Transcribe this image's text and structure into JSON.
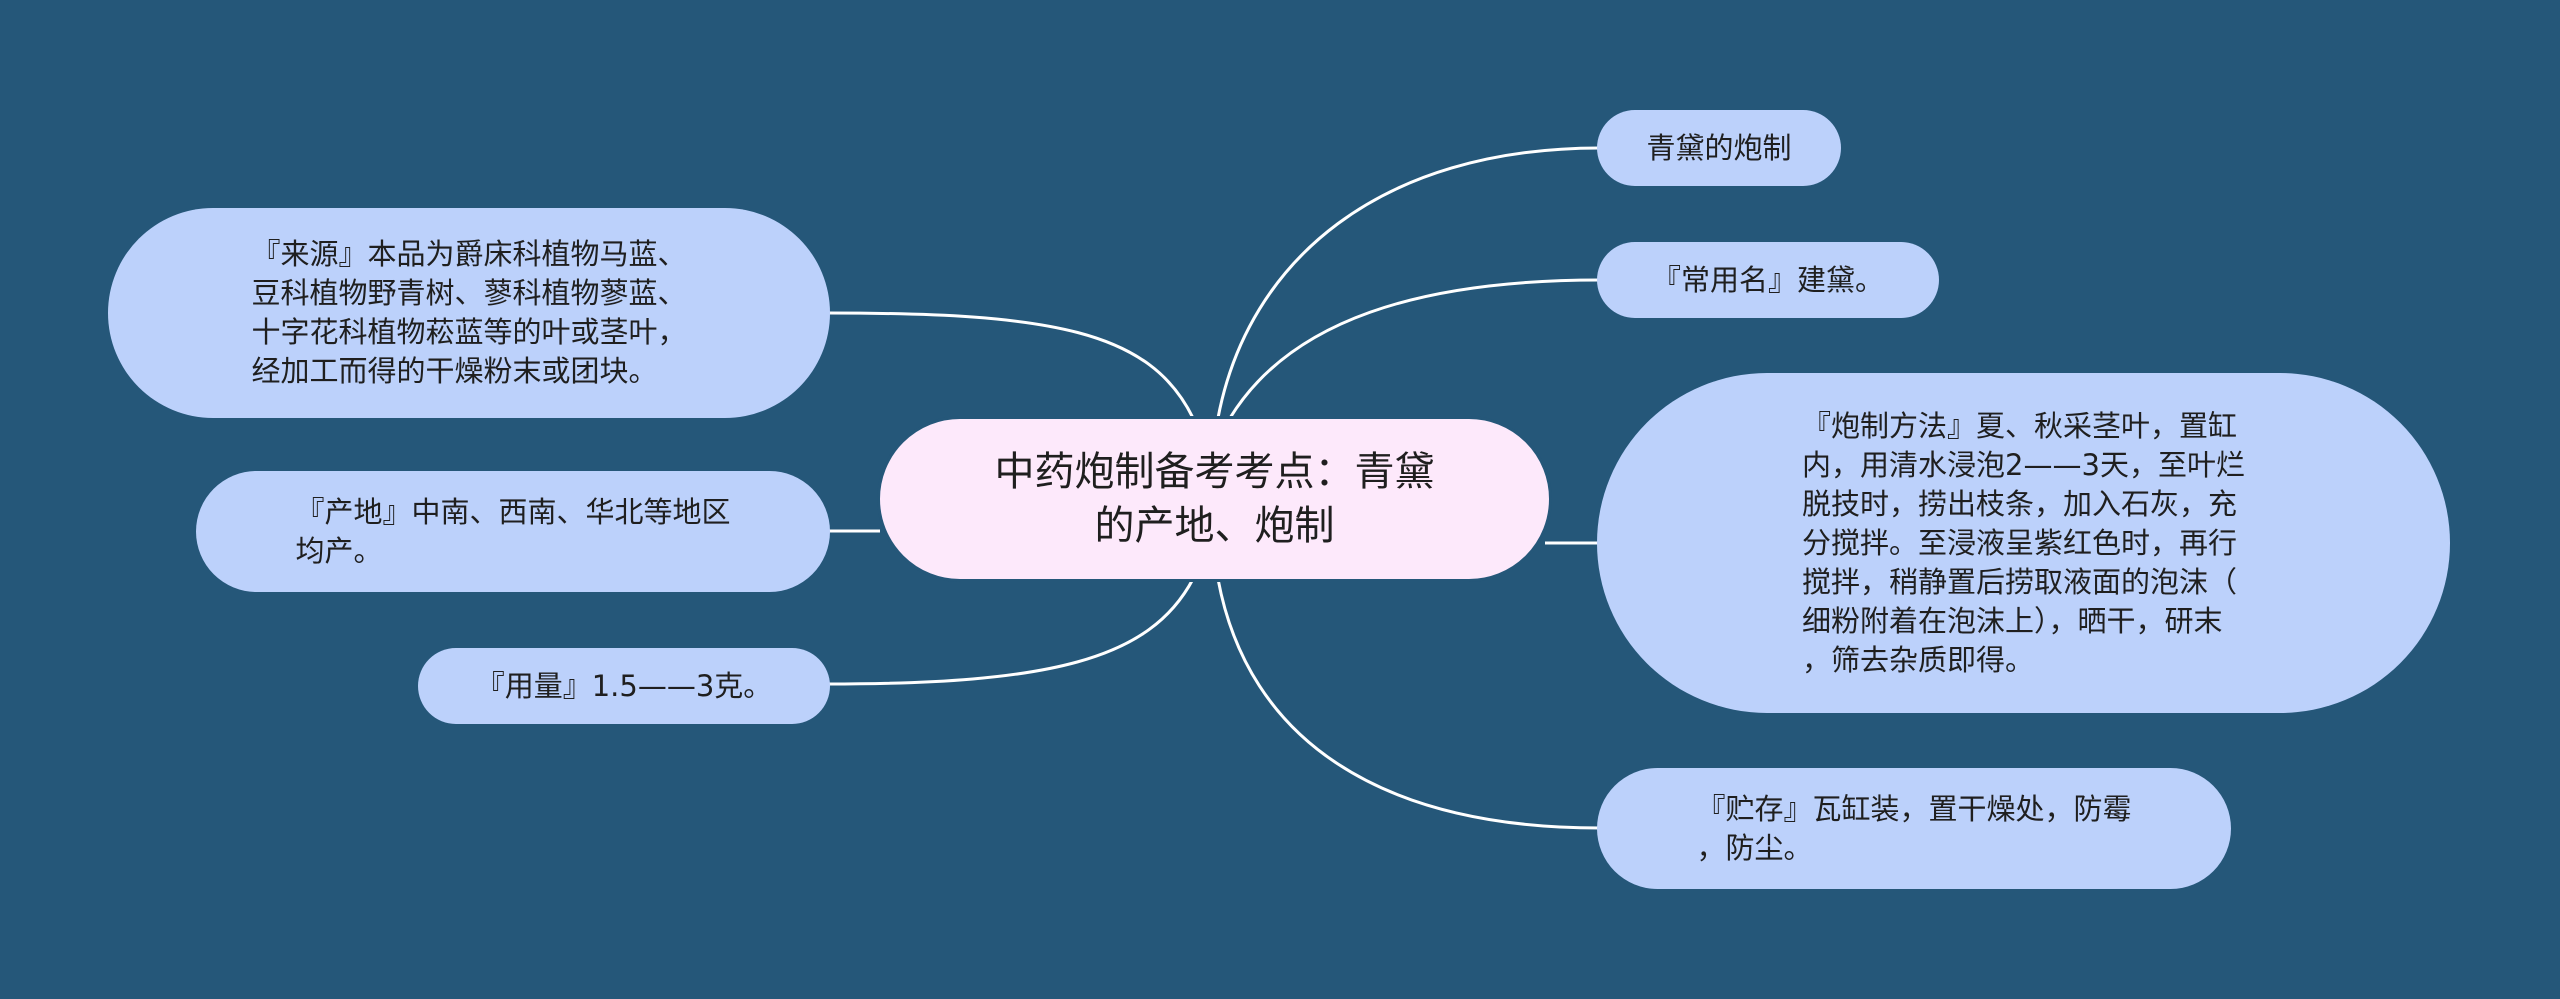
{
  "colors": {
    "background": "#255779",
    "root_fill": "#fde9fb",
    "child_fill": "#bcd1fb",
    "connector": "#ffffff"
  },
  "root": {
    "text": "中药炮制备考考点：青黛\n的产地、炮制"
  },
  "left_branches": [
    {
      "text": "『来源』本品为爵床科植物马蓝、\n豆科植物野青树、蓼科植物蓼蓝、\n十字花科植物菘蓝等的叶或茎叶，\n经加工而得的干燥粉末或团块。"
    },
    {
      "text": "『产地』中南、西南、华北等地区\n均产。"
    },
    {
      "text": "『用量』1.5——3克。"
    }
  ],
  "right_branches": [
    {
      "text": "青黛的炮制"
    },
    {
      "text": "『常用名』建黛。"
    },
    {
      "text": "『炮制方法』夏、秋采茎叶，置缸\n内，用清水浸泡2——3天，至叶烂\n脱技时，捞出枝条，加入石灰，充\n分搅拌。至浸液呈紫红色时，再行\n搅拌，稍静置后捞取液面的泡沫（\n细粉附着在泡沫上），晒干，研末\n，筛去杂质即得。"
    },
    {
      "text": "『贮存』瓦缸装，置干燥处，防霉\n，防尘。"
    }
  ]
}
